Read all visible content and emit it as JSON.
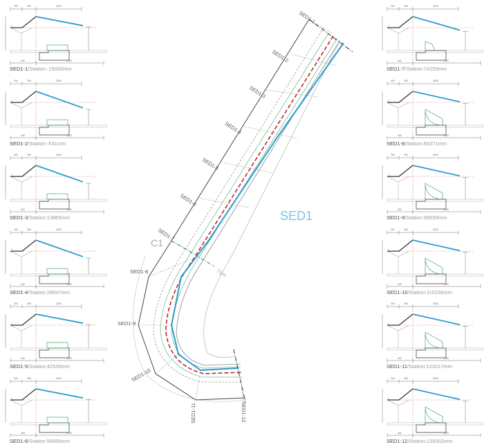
{
  "title": "SED1",
  "curve_label": "C1",
  "distance_label": "71m",
  "colors": {
    "blue": "#2a9ad0",
    "red": "#c0262d",
    "green": "#3fa86b",
    "roof": "#333333",
    "guide": "#e08080"
  },
  "dimension_labels": {
    "d1": "200",
    "d2": "250",
    "d3": "3200",
    "h1": "200",
    "h2": "400",
    "h3": "1200",
    "b1": "400",
    "b2": "1200"
  },
  "sections_left": [
    {
      "id": "SED1-1",
      "sep": "/",
      "station": "Station:-15000mm",
      "shape": "box",
      "slope": 0.12
    },
    {
      "id": "SED1-2",
      "sep": "/",
      "station": "Station:-541mm",
      "shape": "box",
      "slope": 0.22
    },
    {
      "id": "SED1-3",
      "sep": "/",
      "station": "Station:13865mm",
      "shape": "box",
      "slope": 0.22
    },
    {
      "id": "SED1-4",
      "sep": "/",
      "station": "Station:28047mm",
      "shape": "box",
      "slope": 0.22
    },
    {
      "id": "SED1-5",
      "sep": "/",
      "station": "Station:42535mm",
      "shape": "box",
      "slope": 0.12
    },
    {
      "id": "SED1-6",
      "sep": "/",
      "station": "Station:56895mm",
      "shape": "box",
      "slope": 0.12
    }
  ],
  "sections_right": [
    {
      "id": "SED1-7",
      "sep": "/",
      "station": "Station:74259mm",
      "shape": "small",
      "slope": 0.18
    },
    {
      "id": "SED1-8",
      "sep": "/",
      "station": "Station:85271mm",
      "shape": "curve",
      "slope": 0.14
    },
    {
      "id": "SED1-9",
      "sep": "/",
      "station": "Station:98039mm",
      "shape": "curve",
      "slope": 0.14
    },
    {
      "id": "SED1-10",
      "sep": "/",
      "station": "Station:110156mm",
      "shape": "curve",
      "slope": 0.14
    },
    {
      "id": "SED1-11",
      "sep": "/",
      "station": "Station:122017mm",
      "shape": "curve",
      "slope": 0.14
    },
    {
      "id": "SED1-12",
      "sep": "/",
      "station": "Station:135002mm",
      "shape": "curve",
      "slope": 0.14
    }
  ],
  "plan_labels": [
    "SED1-1",
    "SED1-2",
    "SED1-3",
    "SED1-4",
    "SED1-5",
    "SED1-6",
    "SED1-7",
    "SED1-8",
    "SED1-9",
    "SED1-10",
    "SED1-11",
    "SED1-12"
  ]
}
